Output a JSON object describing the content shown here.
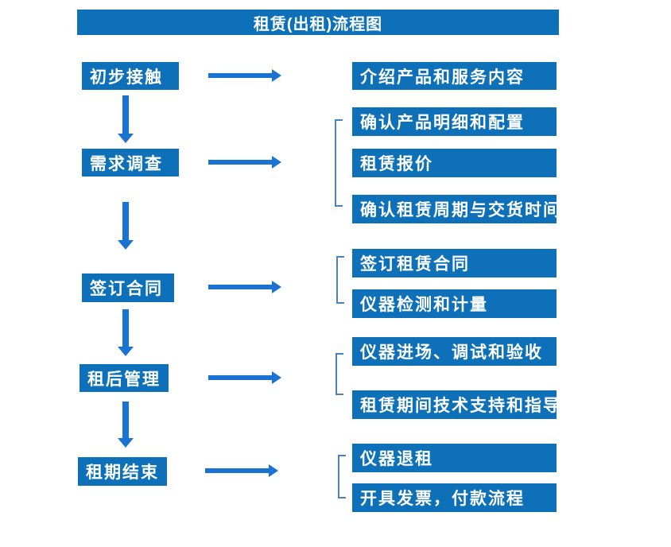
{
  "title": "租赁(出租)流程图",
  "colors": {
    "box_fill": "#0d70b9",
    "arrow": "#1b73d1",
    "bracket": "#4d80c0",
    "text_on_blue": "#ffffff",
    "page_bg": "#ffffff"
  },
  "steps": [
    {
      "label": "初步接触",
      "outputs": [
        "介绍产品和服务内容"
      ]
    },
    {
      "label": "需求调查",
      "outputs": [
        "确认产品明细和配置",
        "租赁报价",
        "确认租赁周期与交货时间"
      ]
    },
    {
      "label": "签订合同",
      "outputs": [
        "签订租赁合同",
        "仪器检测和计量"
      ]
    },
    {
      "label": "租后管理",
      "outputs": [
        "仪器进场、调试和验收",
        "租赁期间技术支持和指导"
      ]
    },
    {
      "label": "租期结束",
      "outputs": [
        "仪器退租",
        "开具发票，付款流程"
      ]
    }
  ]
}
